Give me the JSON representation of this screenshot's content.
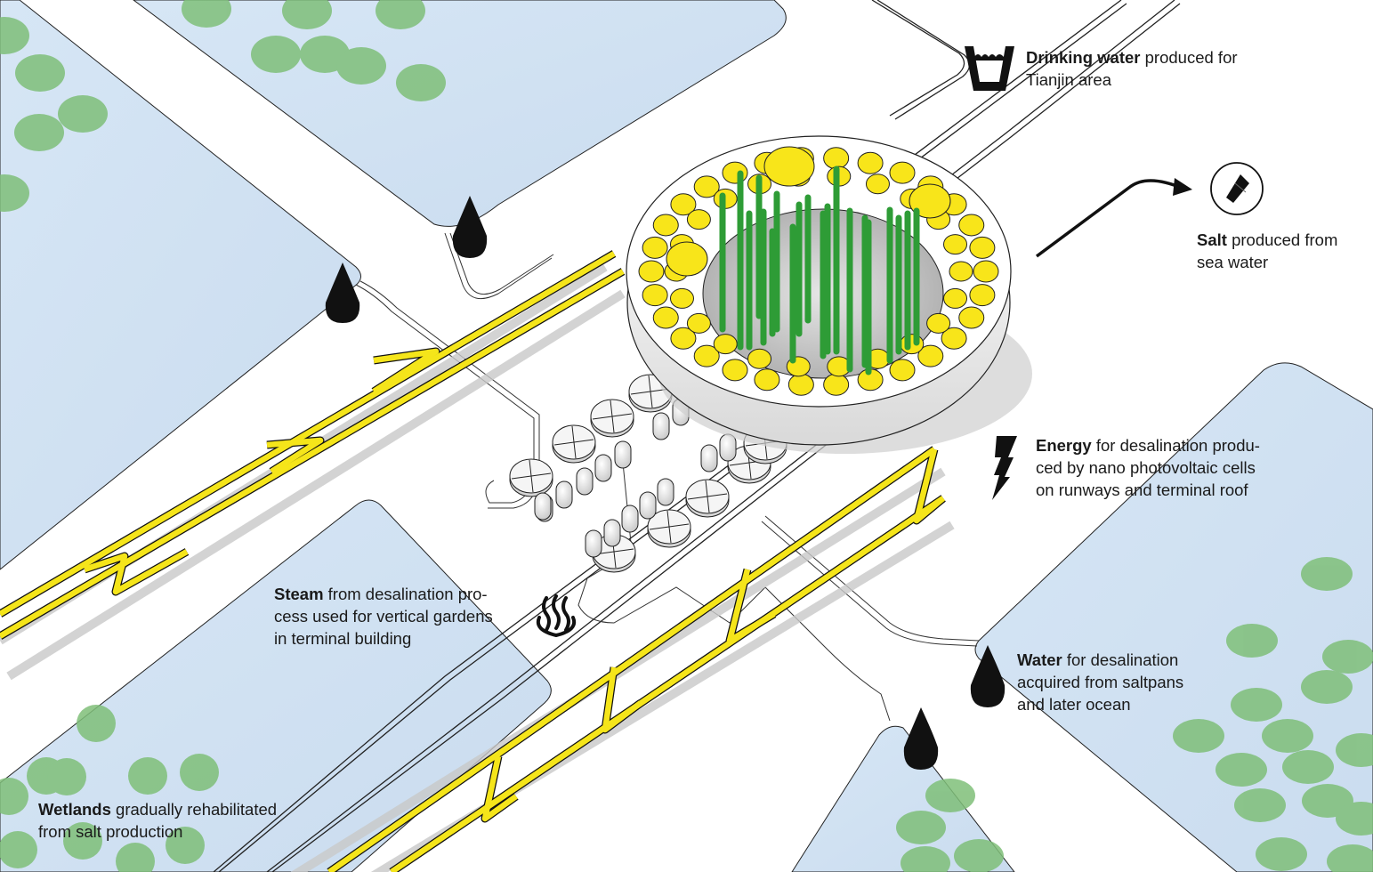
{
  "diagram": {
    "subject": "Desalination airport terminal concept, Tianjin",
    "colors": {
      "water_panel": "#cfe1f2",
      "water_panel_edge": "#e6f0fa",
      "wetland_dot": "#8cc487",
      "runway_yellow": "#f5e51a",
      "terminal_dot_yellow": "#f8e51a",
      "garden_green": "#2e9c36",
      "ink": "#111111",
      "shadow": "#c8c8c8"
    },
    "annotations": {
      "drinking_water": {
        "icon": "water-glass-icon",
        "bold": "Drinking water",
        "rest_line1": " produced for",
        "line2": "Tianjin area"
      },
      "salt": {
        "icon": "salt-shaker-icon",
        "bold": "Salt",
        "rest_line1": " produced from",
        "line2": "sea water"
      },
      "energy": {
        "icon": "lightning-bolt-icon",
        "bold": "Energy",
        "rest_line1": " for desalination produ-",
        "line2": "ced by nano photovoltaic cells",
        "line3": "on runways and terminal roof"
      },
      "steam": {
        "icon": "steam-icon",
        "bold": "Steam",
        "rest_line1": " from desalination pro-",
        "line2": "cess used for vertical gardens",
        "line3": "in terminal building"
      },
      "water": {
        "icon": "water-drop-icon",
        "bold": "Water",
        "rest_line1": " for desalination",
        "line2": "acquired from saltpans",
        "line3": "and later ocean"
      },
      "wetlands": {
        "bold": "Wetlands",
        "rest_line1": " gradually rehabilitated",
        "line2": "from salt production"
      }
    }
  }
}
